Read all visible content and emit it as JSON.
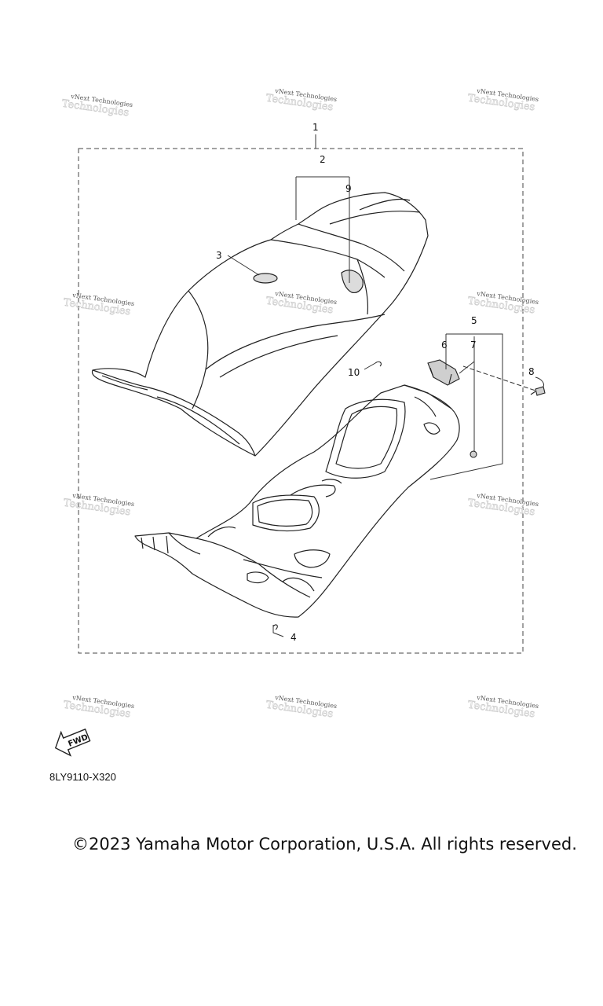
{
  "callouts": [
    "1",
    "2",
    "3",
    "4",
    "5",
    "6",
    "7",
    "8",
    "9",
    "10"
  ],
  "watermark": {
    "line1": "vNext Technologies",
    "line2": "Technologies"
  },
  "fwd_label": "FWD",
  "diagram_code": "8LY9110-X320",
  "copyright": "©2023 Yamaha Motor Corporation, U.S.A. All rights reserved."
}
